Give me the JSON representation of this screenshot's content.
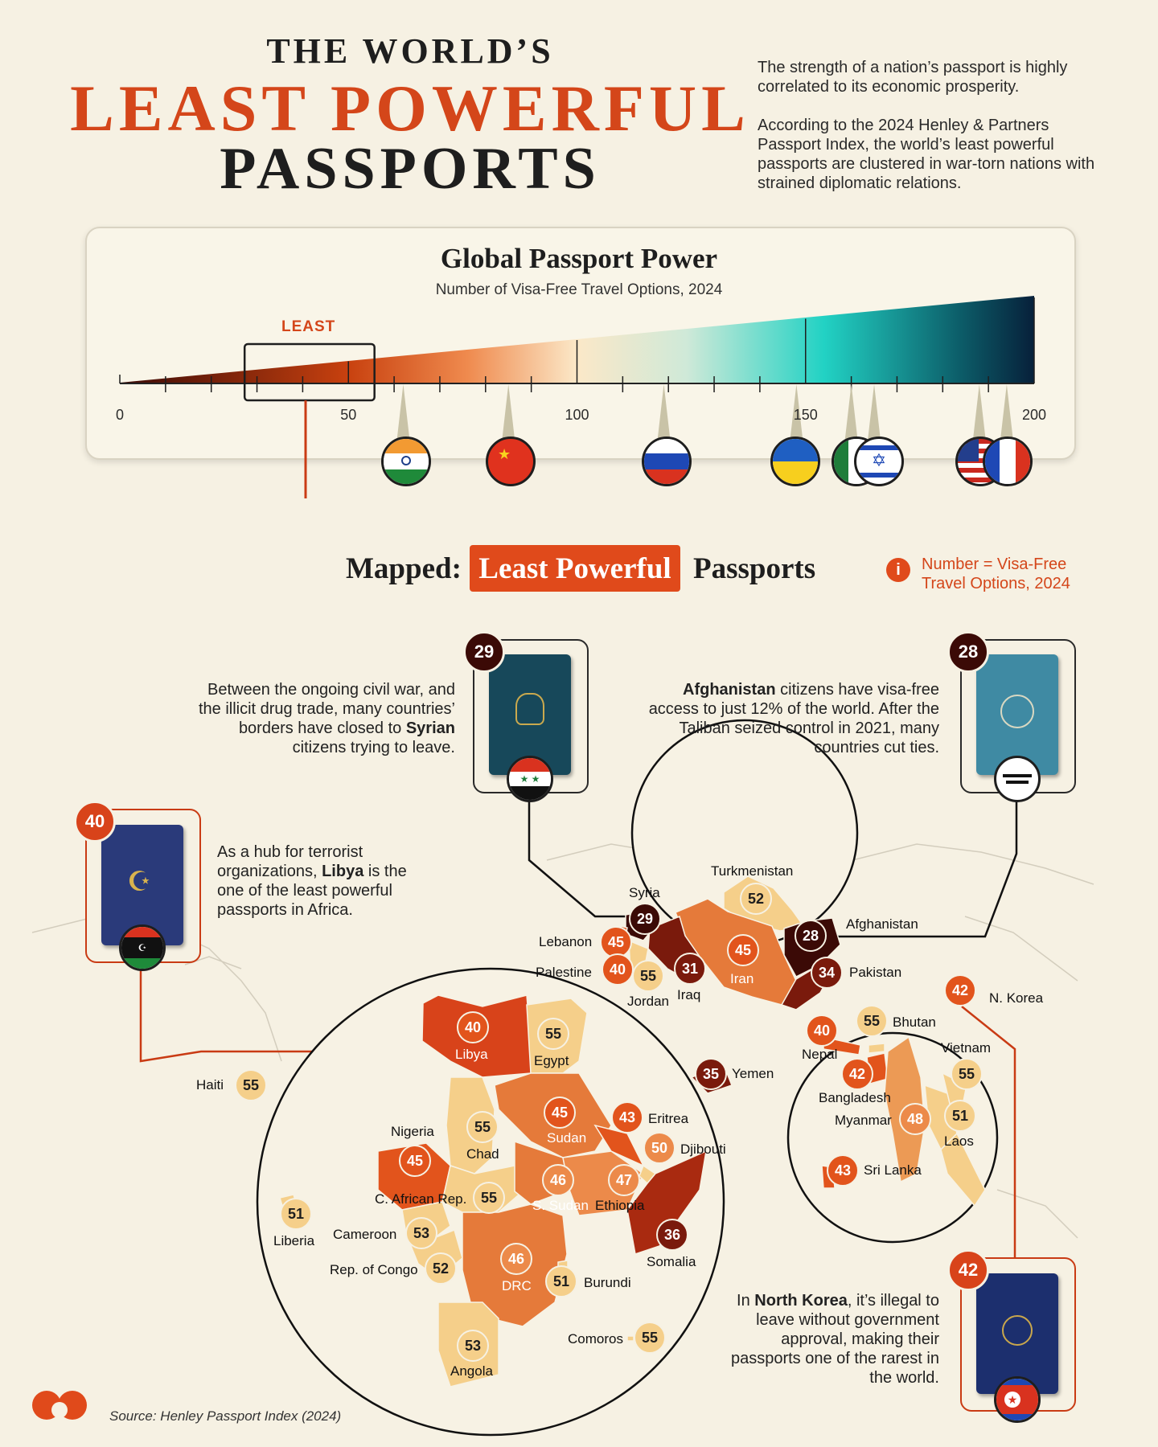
{
  "header": {
    "title_line1": "THE WORLD’S",
    "title_line2": "LEAST POWERFUL",
    "title_line3": "PASSPORTS",
    "intro_p1": "The strength of a nation’s passport is highly correlated to its economic prosperity.",
    "intro_p2": "According to the 2024 Henley & Partners Passport Index, the world’s least powerful passports are clustered in war-torn nations with strained diplomatic relations."
  },
  "scale": {
    "title": "Global Passport Power",
    "subtitle": "Number of Visa-Free Travel Options, 2024",
    "least_label": "LEAST",
    "min": 0,
    "max": 200,
    "tick_labels": [
      "0",
      "50",
      "100",
      "150",
      "200"
    ],
    "least_range": [
      28,
      55
    ],
    "flag_markers": [
      {
        "country": "India",
        "value": 62
      },
      {
        "country": "China",
        "value": 85
      },
      {
        "country": "Russia",
        "value": 119
      },
      {
        "country": "Ukraine",
        "value": 148
      },
      {
        "country": "Mexico",
        "value": 160
      },
      {
        "country": "Israel",
        "value": 165
      },
      {
        "country": "United States",
        "value": 188
      },
      {
        "country": "France",
        "value": 194
      }
    ]
  },
  "map_header": {
    "left": "Mapped:",
    "highlight": "Least Powerful",
    "right": "Passports",
    "info_icon": "i",
    "info_text": "Number = Visa-Free Travel Options, 2024"
  },
  "callouts": {
    "syria": {
      "value": "29",
      "text_pre": "Between the ongoing civil war, and the illicit drug trade, many countries’ borders have closed to",
      "bold": "Syrian",
      "text_post": "citizens trying to leave."
    },
    "afghanistan": {
      "value": "28",
      "bold": "Afghanistan",
      "text_post": "citizens have visa-free access to just 12% of the world. After the Taliban seized control in 2021, many countries cut ties."
    },
    "libya": {
      "value": "40",
      "text_pre": "As a hub for terrorist organizations,",
      "bold": "Libya",
      "text_post": "is the one of the least powerful passports in Africa."
    },
    "north_korea": {
      "value": "42",
      "text_pre": "In",
      "bold": "North Korea",
      "text_post": ", it’s illegal to leave without government approval, making their passports one of the rarest in the world."
    }
  },
  "countries": {
    "turkmenistan": {
      "name": "Turkmenistan",
      "value": "52"
    },
    "syria": {
      "name": "Syria",
      "value": "29"
    },
    "afghanistan": {
      "name": "Afghanistan",
      "value": "28"
    },
    "lebanon": {
      "name": "Lebanon",
      "value": "45"
    },
    "iran": {
      "name": "Iran",
      "value": "45"
    },
    "palestine": {
      "name": "Palestine",
      "value": "40"
    },
    "jordan": {
      "name": "Jordan",
      "value": "55"
    },
    "iraq": {
      "name": "Iraq",
      "value": "31"
    },
    "pakistan": {
      "name": "Pakistan",
      "value": "34"
    },
    "nkorea": {
      "name": "N. Korea",
      "value": "42"
    },
    "nepal": {
      "name": "Nepal",
      "value": "40"
    },
    "bhutan": {
      "name": "Bhutan",
      "value": "55"
    },
    "vietnam": {
      "name": "Vietnam",
      "value": "55"
    },
    "bangladesh": {
      "name": "Bangladesh",
      "value": "42"
    },
    "myanmar": {
      "name": "Myanmar",
      "value": "48"
    },
    "laos": {
      "name": "Laos",
      "value": "51"
    },
    "srilanka": {
      "name": "Sri Lanka",
      "value": "43"
    },
    "yemen": {
      "name": "Yemen",
      "value": "35"
    },
    "haiti": {
      "name": "Haiti",
      "value": "55"
    },
    "libya": {
      "name": "Libya",
      "value": "40"
    },
    "egypt": {
      "name": "Egypt",
      "value": "55"
    },
    "nigeria": {
      "name": "Nigeria",
      "value": "45"
    },
    "chad": {
      "name": "Chad",
      "value": "55"
    },
    "sudan": {
      "name": "Sudan",
      "value": "45"
    },
    "eritrea": {
      "name": "Eritrea",
      "value": "43"
    },
    "djibouti": {
      "name": "Djibouti",
      "value": "50"
    },
    "car": {
      "name": "C. African Rep.",
      "value": "55"
    },
    "ssudan": {
      "name": "S. Sudan",
      "value": "46"
    },
    "ethiopia": {
      "name": "Ethiopia",
      "value": "47"
    },
    "liberia": {
      "name": "Liberia",
      "value": "51"
    },
    "cameroon": {
      "name": "Cameroon",
      "value": "53"
    },
    "somalia": {
      "name": "Somalia",
      "value": "36"
    },
    "congo": {
      "name": "Rep. of Congo",
      "value": "52"
    },
    "drc": {
      "name": "DRC",
      "value": "46"
    },
    "burundi": {
      "name": "Burundi",
      "value": "51"
    },
    "comoros": {
      "name": "Comoros",
      "value": "55"
    },
    "angola": {
      "name": "Angola",
      "value": "53"
    }
  },
  "colors": {
    "accent": "#d4461a",
    "darkest": "#3b0a06",
    "dark": "#7a1a0c",
    "mid": "#e2541c",
    "light": "#ec8a4a",
    "pale": "#f5cf8a"
  },
  "footer": {
    "source": "Source: Henley Passport Index (2024)",
    "logo_icon": "visual-capitalist-logo-icon"
  }
}
